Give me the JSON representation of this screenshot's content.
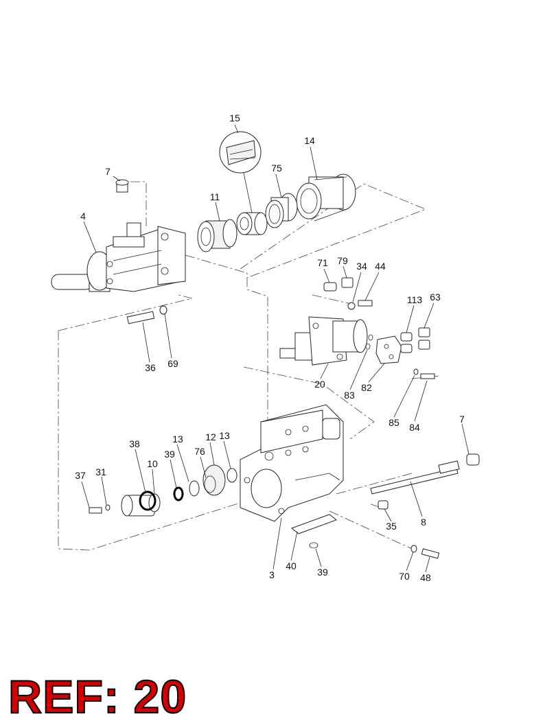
{
  "ref": {
    "label": "REF: 20",
    "color": "#d40000"
  },
  "callouts": [
    "15",
    "14",
    "7",
    "75",
    "11",
    "4",
    "71",
    "79",
    "34",
    "44",
    "113",
    "63",
    "36",
    "69",
    "20",
    "83",
    "82",
    "85",
    "84",
    "7",
    "38",
    "13",
    "12",
    "13",
    "39",
    "76",
    "10",
    "37",
    "31",
    "35",
    "8",
    "3",
    "40",
    "39",
    "70",
    "48"
  ]
}
